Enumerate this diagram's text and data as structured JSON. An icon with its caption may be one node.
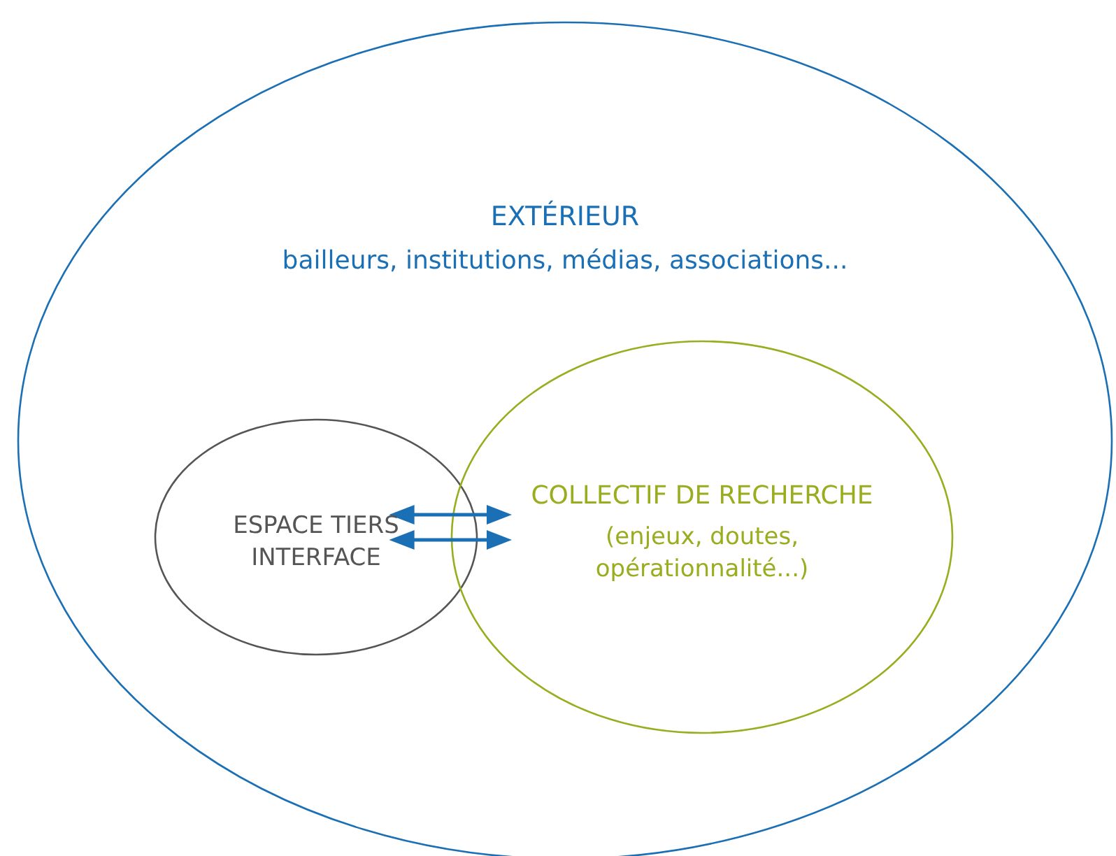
{
  "diagram": {
    "nodes": [
      {
        "text": [
          "EXTÉRIEUR",
          "bailleurs, institutions, médias, associations..."
        ]
      },
      {
        "text": [
          "ESPACE TIERS INTERFACE"
        ],
        "in": 0
      },
      {
        "text": [
          "COLLECTIF DE RECHERCHE",
          "(enjeux, doutes, opérationnalité...)"
        ],
        "in": 0
      }
    ],
    "edges": [
      {
        "from": 1,
        "to": 2,
        "arrow": "both"
      },
      {
        "from": 1,
        "to": 2,
        "arrow": "both"
      }
    ]
  }
}
